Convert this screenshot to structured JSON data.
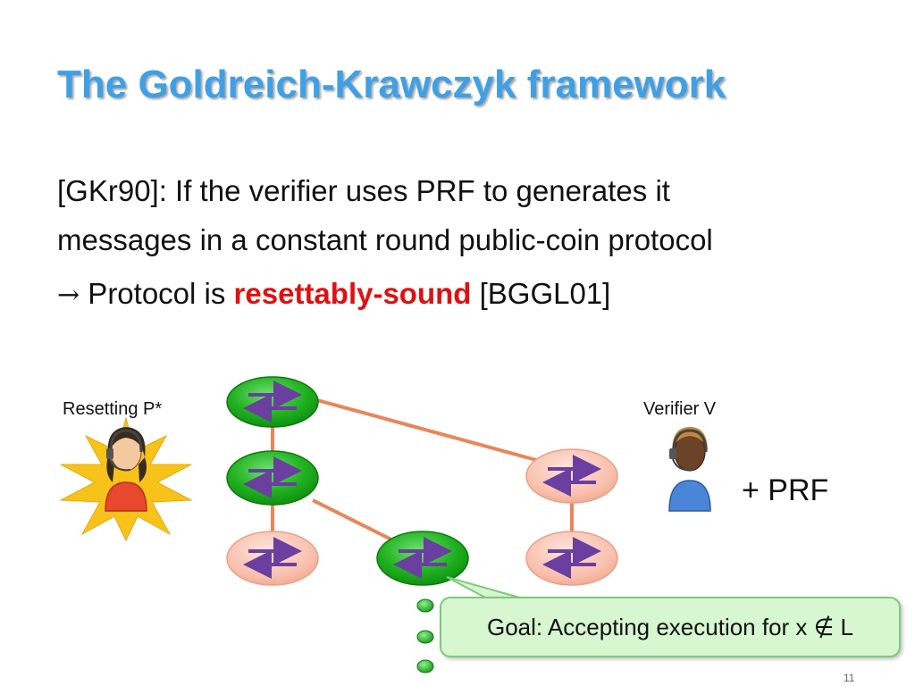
{
  "slide": {
    "title": "The Goldreich-Krawczyk framework",
    "line1": "[GKr90]: If the verifier uses PRF to generates it",
    "line2": "messages in a constant round public-coin protocol",
    "line3_arrow": "→",
    "line3_pre": " Protocol is ",
    "line3_highlight": "resettably-sound",
    "line3_post": " [BGGL01]",
    "page_number": "11"
  },
  "diagram": {
    "prover_label": "Resetting P*",
    "verifier_label": "Verifier V",
    "verifier_extra": "+ PRF",
    "goal_text": "Goal: Accepting execution for x ∉ L",
    "colors": {
      "green_node": "#2fb52f",
      "pink_node": "#f9c2b0",
      "edge": "#e8865a",
      "arrows": "#6a3fa0",
      "starburst": "#f7c31a"
    }
  }
}
